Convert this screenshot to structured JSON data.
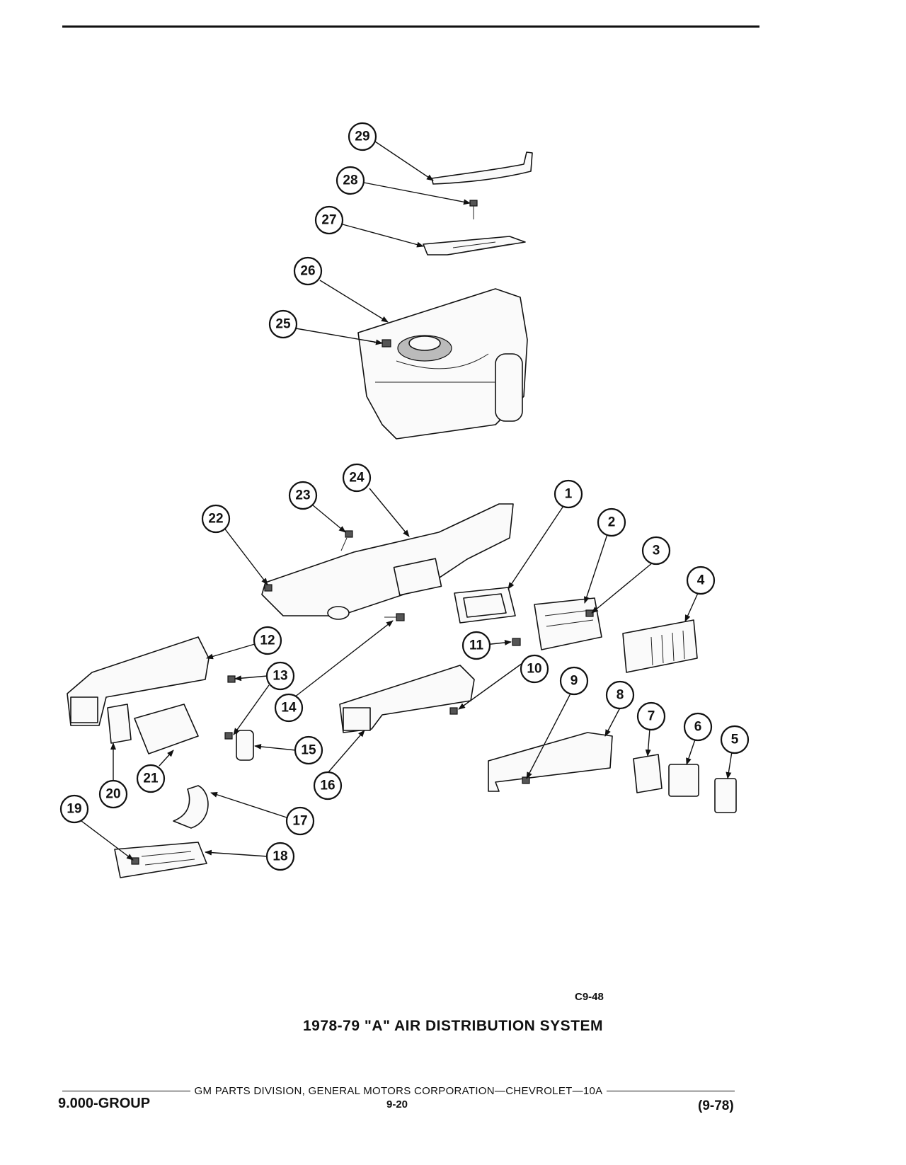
{
  "figure": {
    "code": "C9-48",
    "caption": "1978-79 \"A\" AIR DISTRIBUTION SYSTEM"
  },
  "callouts": [
    "1",
    "2",
    "3",
    "4",
    "5",
    "6",
    "7",
    "8",
    "9",
    "10",
    "11",
    "12",
    "13",
    "14",
    "15",
    "16",
    "17",
    "18",
    "19",
    "20",
    "21",
    "22",
    "23",
    "24",
    "25",
    "26",
    "27",
    "28",
    "29"
  ],
  "footer": {
    "division_text": "GM PARTS DIVISION, GENERAL MOTORS CORPORATION—CHEVROLET—10A",
    "group": "9.000-GROUP",
    "page": "9-20",
    "date_code": "(9-78)"
  }
}
